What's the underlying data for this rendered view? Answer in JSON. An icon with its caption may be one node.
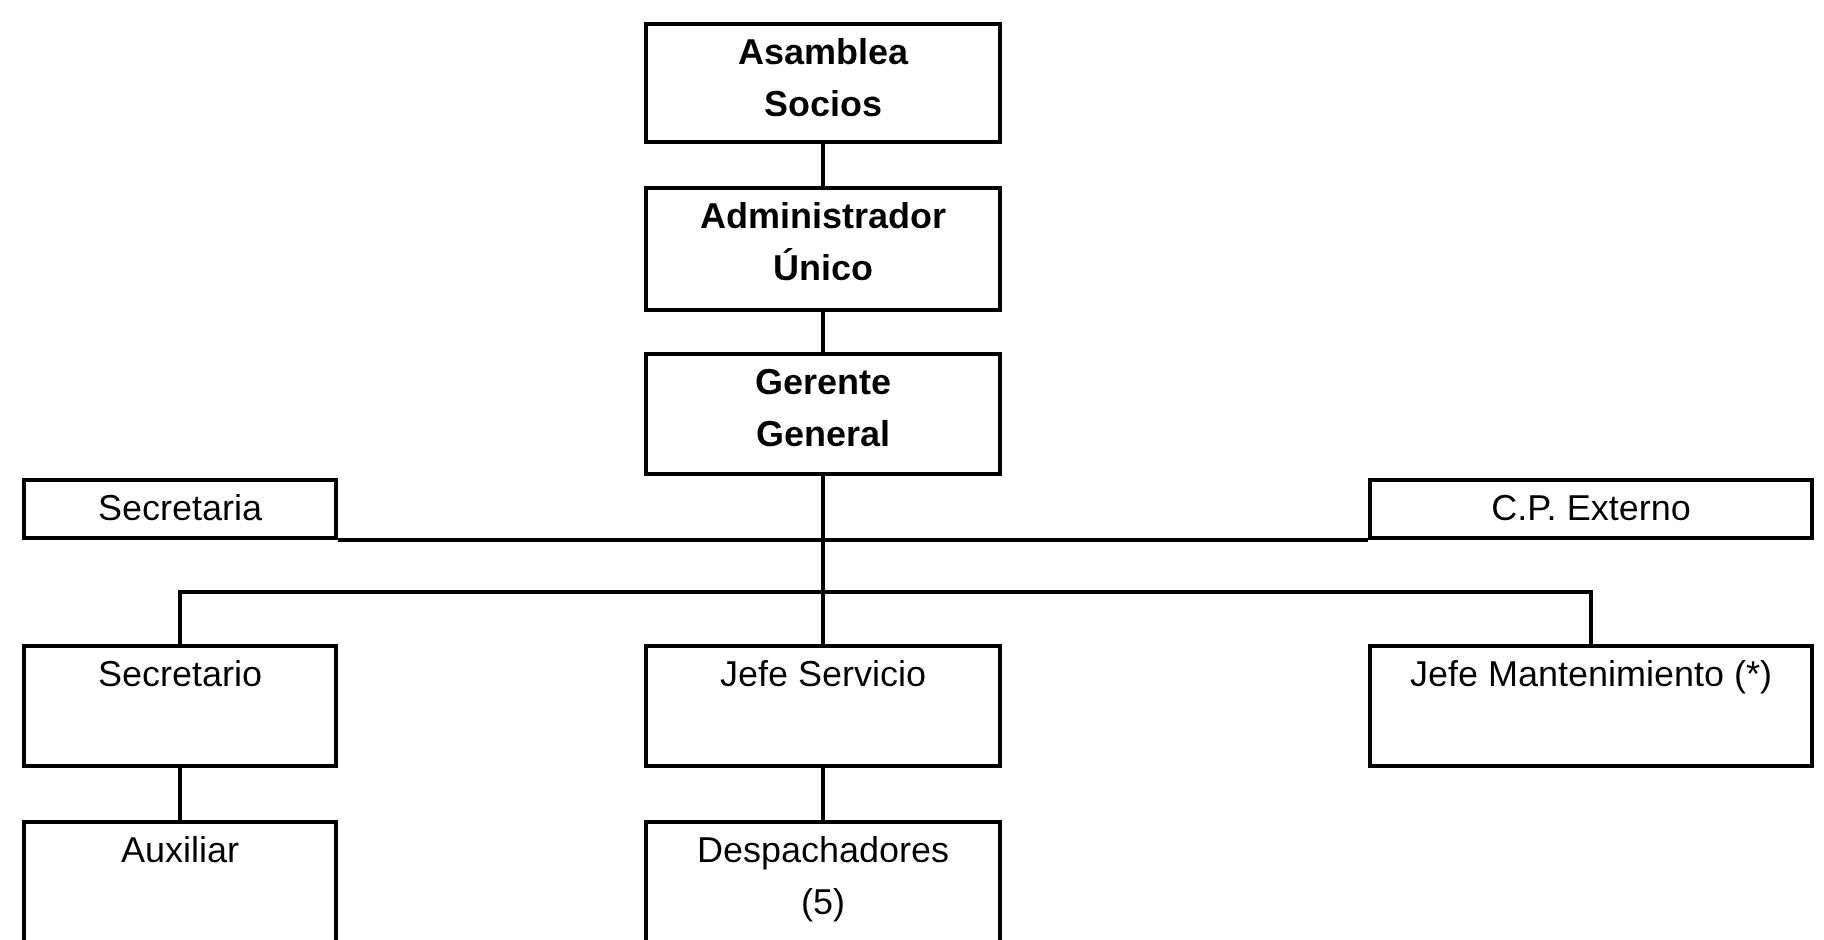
{
  "diagram": {
    "nodes": [
      {
        "text": [
          "Asamblea Socios"
        ]
      },
      {
        "text": [
          "Administrador Único"
        ]
      },
      {
        "text": [
          "Gerente General"
        ]
      },
      {
        "text": [
          "Secretaria"
        ]
      },
      {
        "text": [
          "C.P. Externo"
        ]
      },
      {
        "text": [
          "Secretario"
        ]
      },
      {
        "text": [
          "Jefe Servicio"
        ]
      },
      {
        "text": [
          "Jefe Mantenimiento (*)"
        ]
      },
      {
        "text": [
          "Auxiliar"
        ]
      },
      {
        "text": [
          "Despachadores (5)"
        ]
      }
    ],
    "edges": [
      {
        "from": 0,
        "to": 1,
        "arrow": "none"
      },
      {
        "from": 1,
        "to": 2,
        "arrow": "none"
      },
      {
        "from": 2,
        "to": 3,
        "arrow": "none"
      },
      {
        "from": 2,
        "to": 4,
        "arrow": "none"
      },
      {
        "from": 2,
        "to": 5,
        "arrow": "none"
      },
      {
        "from": 2,
        "to": 6,
        "arrow": "none"
      },
      {
        "from": 2,
        "to": 7,
        "arrow": "none"
      },
      {
        "from": 5,
        "to": 8,
        "arrow": "none"
      },
      {
        "from": 6,
        "to": 9,
        "arrow": "none"
      }
    ]
  }
}
